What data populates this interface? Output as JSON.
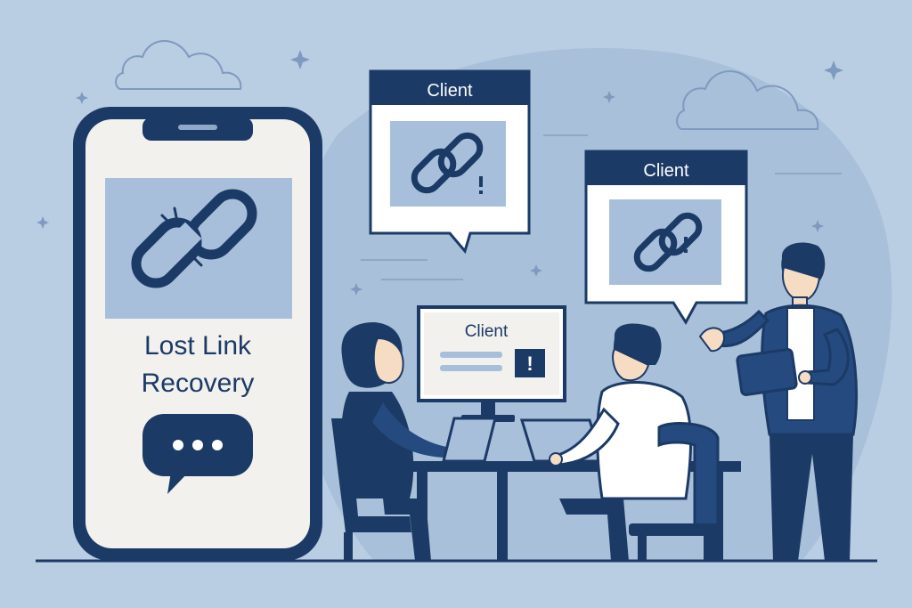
{
  "colors": {
    "background": "#b9cde3",
    "blob": "#a9c0da",
    "navy": "#1b3a66",
    "screen_light": "#f2f1ee",
    "panel_blue": "#a8bfdc",
    "white": "#ffffff"
  },
  "phone": {
    "title_line1": "Lost Link",
    "title_line2": "Recovery",
    "icon": "broken-link-icon",
    "chat_icon": "chat-bubble-icon"
  },
  "bubbles": [
    {
      "title": "Client",
      "icon": "broken-link-alert-icon"
    },
    {
      "title": "Client",
      "icon": "broken-link-alert-icon"
    }
  ],
  "monitor": {
    "title": "Client",
    "alert_icon": "exclamation-icon",
    "alert_text": "!"
  }
}
